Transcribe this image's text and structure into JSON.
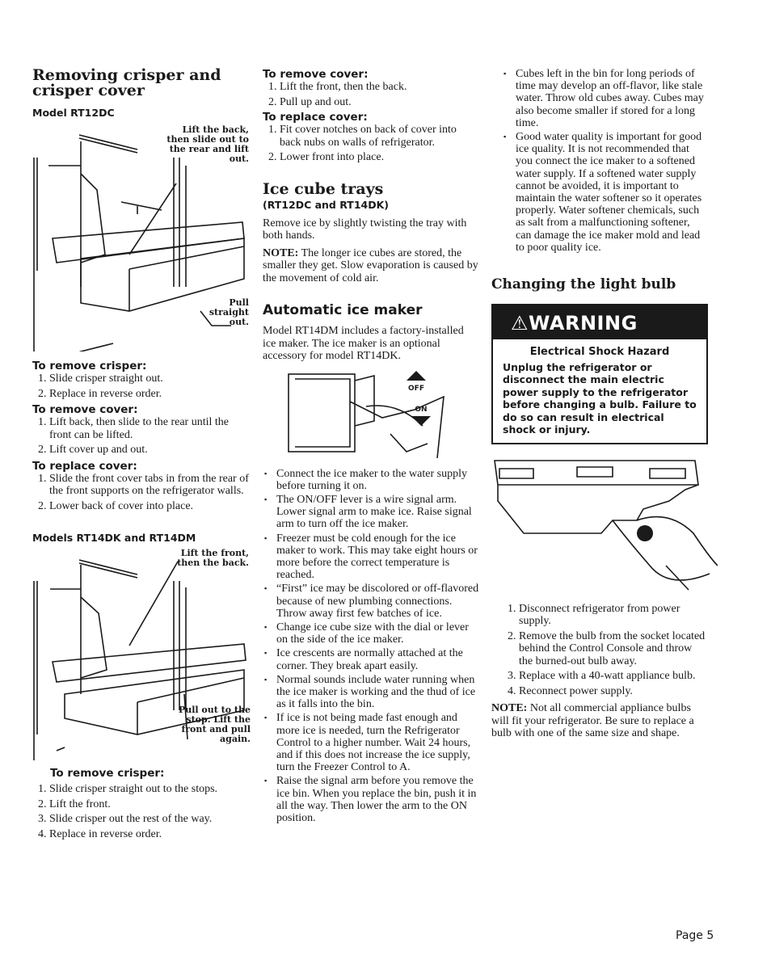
{
  "col1": {
    "title": "Removing crisper and crisper cover",
    "model1": "Model RT12DC",
    "fig1": {
      "cap_top": "Lift the back, then slide out to the rear and lift out.",
      "cap_bottom": "Pull straight out."
    },
    "remove_crisper_h": "To remove crisper:",
    "remove_crisper_steps": [
      "Slide crisper straight out.",
      "Replace in reverse order."
    ],
    "remove_cover_h": "To remove cover:",
    "remove_cover_steps": [
      "Lift back, then slide to the rear until the front can be lifted.",
      "Lift cover up and out."
    ],
    "replace_cover_h": "To replace cover:",
    "replace_cover_steps": [
      "Slide the front cover tabs in from the rear of the front supports on the refrigerator walls.",
      "Lower back of cover into place."
    ],
    "model2": "Models RT14DK and RT14DM",
    "fig2": {
      "cap_top": "Lift the front, then the back.",
      "cap_bottom": "Pull out to the stop. Lift the front and pull again."
    },
    "remove_crisper2_h": "To remove crisper:",
    "remove_crisper2_steps": [
      "Slide crisper straight out to the stops.",
      "Lift the front.",
      "Slide crisper out the rest of the way.",
      "Replace in reverse order."
    ]
  },
  "col2": {
    "remove_cover_h": "To remove cover:",
    "remove_cover_steps": [
      "Lift the front, then the back.",
      "Pull up and out."
    ],
    "replace_cover_h": "To replace cover:",
    "replace_cover_steps": [
      "Fit cover notches on back of cover into back nubs on walls of refrigerator.",
      "Lower front into place."
    ],
    "ice_title": "Ice cube trays",
    "ice_models": "(RT12DC and RT14DK)",
    "ice_p1": "Remove ice by slightly twisting the tray with both hands.",
    "ice_note_label": "NOTE:",
    "ice_note": " The longer ice cubes are stored, the smaller they get. Slow evaporation is caused by the movement of cold air.",
    "auto_title": "Automatic ice maker",
    "auto_p": "Model RT14DM includes a factory-installed ice maker. The ice maker is an optional accessory for model RT14DK.",
    "fig_labels": {
      "off": "OFF",
      "on": "ON"
    },
    "bullets": [
      "Connect the ice maker to the water supply before turning it on.",
      "The ON/OFF lever is a wire signal arm. Lower signal arm to make ice. Raise signal arm to turn off the ice maker.",
      "Freezer must be cold enough for the ice maker to work. This may take eight hours or more before the correct temperature is reached.",
      "“First” ice may be discolored or off-flavored because of new plumbing connections. Throw away first few batches of ice.",
      "Change ice cube size with the dial or lever on the side of the ice maker.",
      "Ice crescents are normally attached at the corner. They break apart easily.",
      "Normal sounds include water running when the ice maker is working and the thud of ice as it falls into the bin.",
      "If ice is not being made fast enough and more ice is needed, turn the Refrigerator Control to a higher number. Wait 24 hours, and if this does not increase the ice supply, turn the Freezer Control to A.",
      "Raise the signal arm before you remove the ice bin. When you replace the bin, push it in all the way. Then lower the arm to the ON position."
    ]
  },
  "col3": {
    "bullets": [
      "Cubes left in the bin for long periods of time may develop an off-flavor, like stale water. Throw old cubes away. Cubes may also become smaller if stored for a long time.",
      "Good water quality is important for good ice quality. It is not recommended that you connect the ice maker to a softened water supply. If a softened water supply cannot be avoided, it is important to maintain the water softener so it operates properly. Water softener chemicals, such as salt from a malfunctioning softener, can damage the ice maker mold and lead to poor quality ice."
    ],
    "bulb_title": "Changing the light bulb",
    "warning_label": "WARNING",
    "warning_title": "Electrical Shock Hazard",
    "warning_text": "Unplug the refrigerator or disconnect the main electric power supply to the refrigerator before changing a bulb. Failure to do so can result in electrical shock or injury.",
    "steps": [
      "Disconnect refrigerator from power supply.",
      "Remove the bulb from the socket located behind the Control Console and throw the burned-out bulb away.",
      "Replace with a 40-watt appliance bulb.",
      "Reconnect power supply."
    ],
    "note_label": "NOTE:",
    "note": " Not all commercial appliance bulbs will fit your refrigerator. Be sure to replace a bulb with one of the same size and shape."
  },
  "page_number": "Page 5"
}
